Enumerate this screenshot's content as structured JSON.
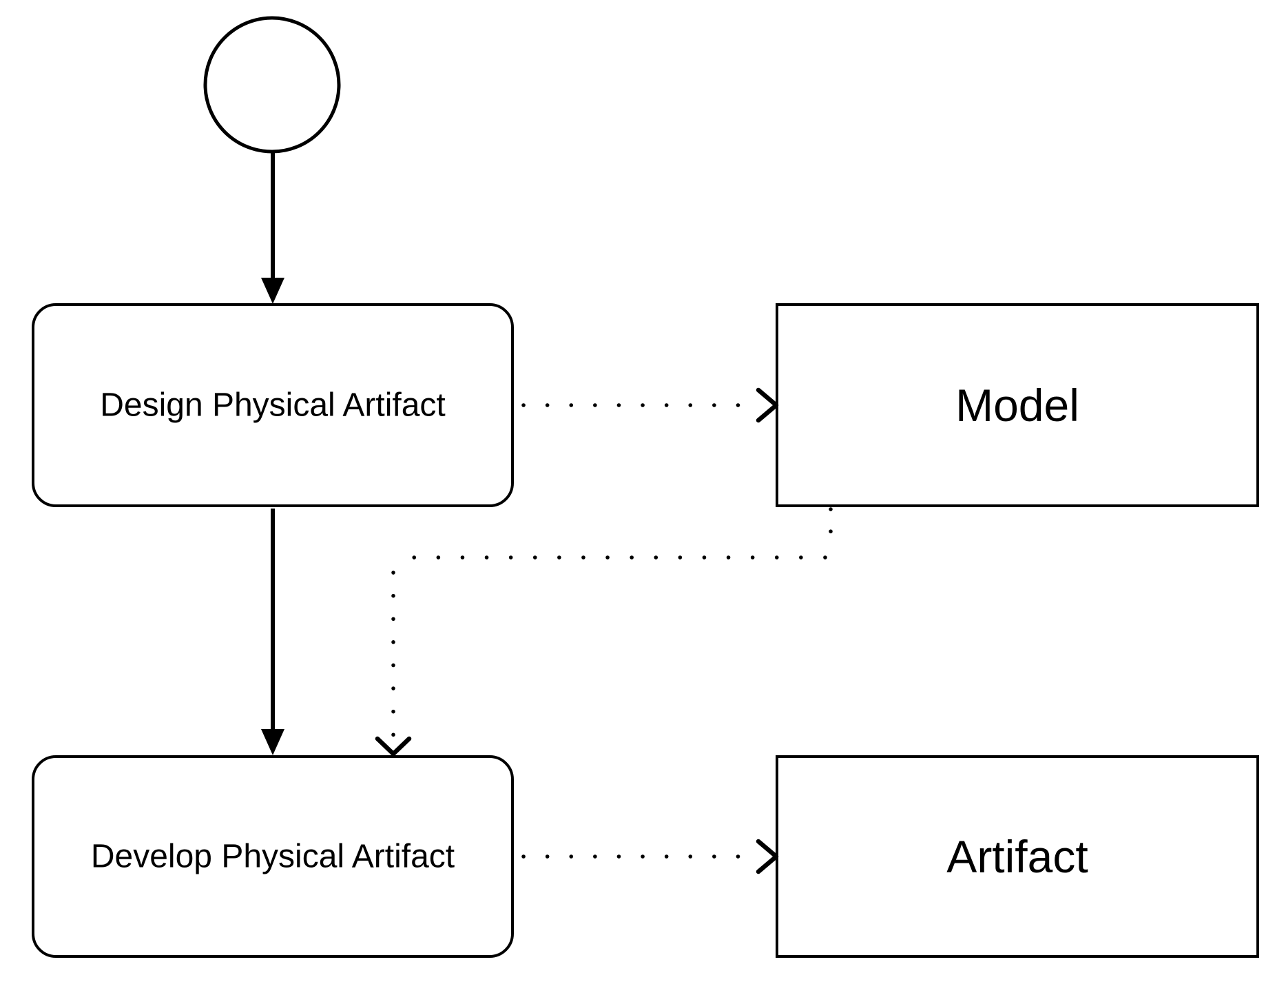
{
  "diagram": {
    "kind": "activity-diagram",
    "background_color": "#ffffff",
    "ink_color": "#000000",
    "nodes": {
      "start": {
        "shape": "initial-node-circle",
        "label": ""
      },
      "design": {
        "shape": "rounded-rectangle",
        "label": "Design Physical Artifact"
      },
      "develop": {
        "shape": "rounded-rectangle",
        "label": "Develop Physical Artifact"
      },
      "model": {
        "shape": "rectangle",
        "label": "Model"
      },
      "artifact": {
        "shape": "rectangle",
        "label": "Artifact"
      }
    },
    "edges": [
      {
        "from": "start",
        "to": "design",
        "line": "solid",
        "arrowhead": "filled-triangle"
      },
      {
        "from": "design",
        "to": "develop",
        "line": "solid",
        "arrowhead": "filled-triangle"
      },
      {
        "from": "design",
        "to": "model",
        "line": "dotted",
        "arrowhead": "open-chevron"
      },
      {
        "from": "model",
        "to": "develop",
        "line": "dotted",
        "arrowhead": "open-chevron"
      },
      {
        "from": "develop",
        "to": "artifact",
        "line": "dotted",
        "arrowhead": "open-chevron"
      }
    ]
  }
}
